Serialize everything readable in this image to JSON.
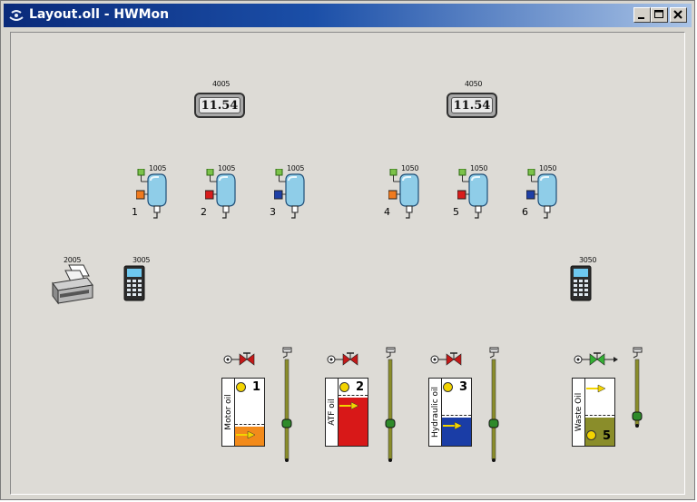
{
  "window": {
    "title": "Layout.oll - HWMon"
  },
  "displays": [
    {
      "id": "4005",
      "value": "11.54"
    },
    {
      "id": "4050",
      "value": "11.54"
    }
  ],
  "meters": [
    {
      "id": "1005",
      "num": "1",
      "color": "#f07a1e"
    },
    {
      "id": "1005",
      "num": "2",
      "color": "#d81c1c"
    },
    {
      "id": "1005",
      "num": "3",
      "color": "#1e3fa6"
    },
    {
      "id": "1050",
      "num": "4",
      "color": "#f07a1e"
    },
    {
      "id": "1050",
      "num": "5",
      "color": "#d81c1c"
    },
    {
      "id": "1050",
      "num": "6",
      "color": "#1e3fa6"
    }
  ],
  "printer": {
    "id": "2005"
  },
  "controllers": [
    {
      "id": "3005"
    },
    {
      "id": "3050"
    }
  ],
  "tanks": [
    {
      "label": "Motor oil",
      "num": "1",
      "color": "#f28a1a",
      "level": 0.28
    },
    {
      "label": "ATF oil",
      "num": "2",
      "color": "#d81818",
      "level": 0.72
    },
    {
      "label": "Hydraulic oil",
      "num": "3",
      "color": "#1a3da6",
      "level": 0.42
    },
    {
      "label": "Waste Oil",
      "num": "5",
      "color": "#8a8d2a",
      "level": 0.42
    }
  ],
  "colors": {
    "valve_red": "#c41818",
    "valve_green": "#34b034",
    "pipe": "#8a8d2a",
    "meter_blue": "#8fcde8"
  }
}
